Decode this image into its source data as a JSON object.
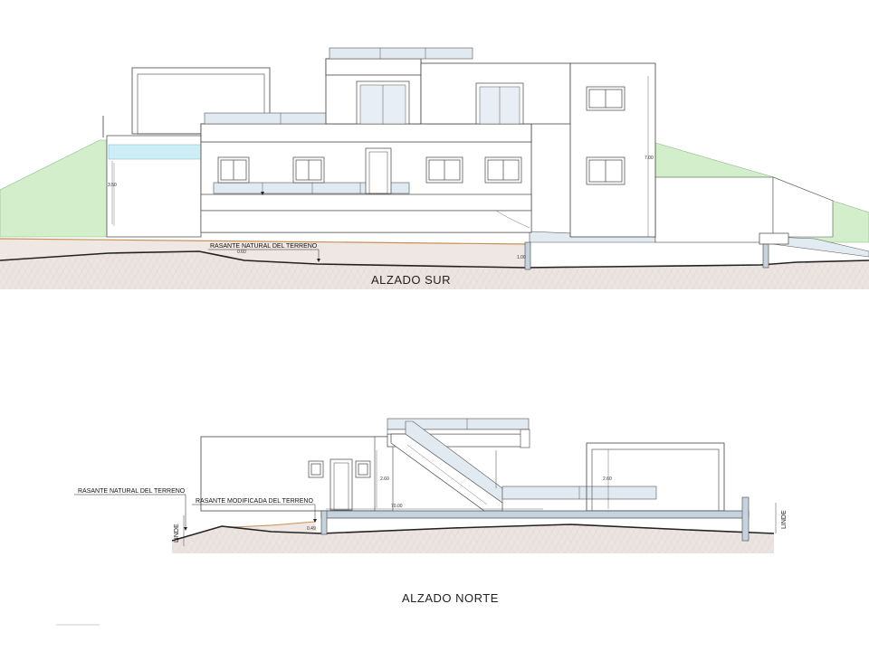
{
  "drawing": {
    "elevations": [
      {
        "id": "sur",
        "title": "ALZADO SUR",
        "labels": {
          "natural_terrain": "RASANTE NATURAL DEL TERRENO"
        },
        "dimensions": [
          "7.00",
          "3.50",
          "0.60",
          "1.00"
        ]
      },
      {
        "id": "norte",
        "title": "ALZADO NORTE",
        "labels": {
          "natural_terrain": "RASANTE NATURAL DEL TERRENO",
          "modified_terrain": "RASANTE MODIFICADA DEL TERRENO",
          "boundary_left": "LINDE",
          "boundary_right": "LINDE"
        },
        "dimensions": [
          "2.60",
          "2.60",
          "70.00",
          "0.49"
        ]
      }
    ],
    "colors": {
      "line": "#333333",
      "glass": "#dde6ef",
      "pool_water": "#bfe6ef",
      "vegetation": "#cdebc4",
      "ground_hatch": "#e8dedb",
      "terrain_modified": "#c98f50",
      "concrete": "#c6d3df"
    }
  }
}
